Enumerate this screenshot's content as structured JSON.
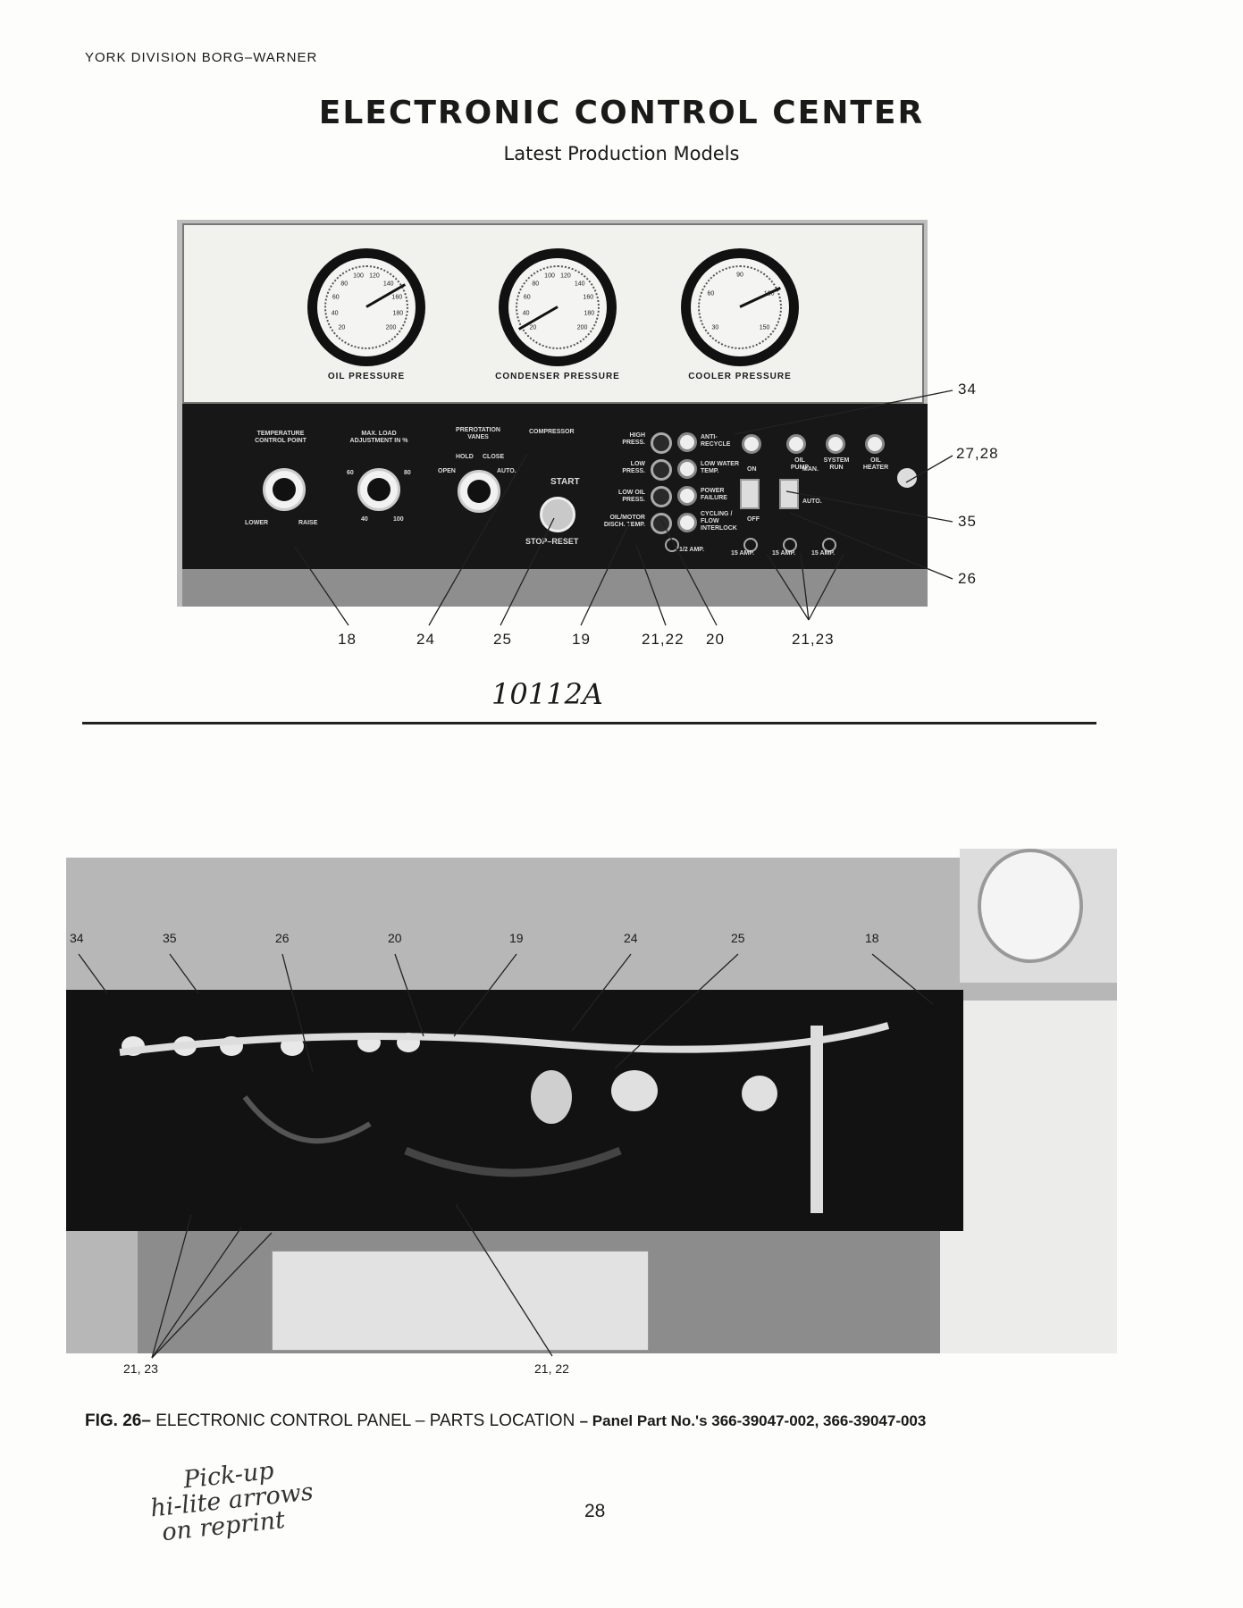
{
  "header": {
    "division": "YORK DIVISION  BORG–WARNER"
  },
  "title": "ELECTRONIC CONTROL CENTER",
  "subtitle": "Latest Production Models",
  "figure_top": {
    "gauges": [
      {
        "label": "OIL  PRESSURE",
        "ticks": [
          "20",
          "40",
          "60",
          "80",
          "100",
          "120",
          "140",
          "160",
          "180",
          "200"
        ]
      },
      {
        "label": "CONDENSER  PRESSURE",
        "ticks": [
          "20",
          "40",
          "60",
          "80",
          "100",
          "120",
          "140",
          "160",
          "180",
          "200"
        ]
      },
      {
        "label": "COOLER  PRESSURE",
        "ticks": [
          "30",
          "60",
          "90",
          "120",
          "150"
        ]
      }
    ],
    "panel_labels": {
      "temp": "TEMPERATURE CONTROL POINT",
      "lower": "LOWER",
      "raise": "RAISE",
      "maxload": "MAX. LOAD ADJUSTMENT IN %",
      "v60": "60",
      "v80": "80",
      "v40": "40",
      "v100": "100",
      "vanes": "PREROTATION VANES",
      "hold": "HOLD",
      "close": "CLOSE",
      "open": "OPEN",
      "auto": "AUTO.",
      "compressor": "COMPRESSOR",
      "start": "START",
      "stop": "STOP–RESET",
      "highpress": "HIGH PRESS.",
      "lowpress": "LOW PRESS.",
      "lowoil": "LOW OIL PRESS.",
      "oilmotor": "OIL/MOTOR DISCH. TEMP.",
      "antirecycle": "ANTI- RECYCLE",
      "lowwater": "LOW WATER TEMP.",
      "power": "POWER FAILURE",
      "cycling": "CYCLING / FLOW INTERLOCK",
      "oilpump": "OIL PUMP",
      "sysrun": "SYSTEM RUN",
      "oilheater": "OIL HEATER",
      "on": "ON",
      "off": "OFF",
      "man": "MAN.",
      "auto2": "AUTO.",
      "amp1": "1/2 AMP.",
      "amp2": "15 AMP.",
      "amp3": "15 AMP.",
      "amp4": "15 AMP."
    },
    "callouts_right": [
      "34",
      "27,28",
      "35",
      "26"
    ],
    "callouts_bottom": [
      "18",
      "24",
      "25",
      "19",
      "21,22",
      "20",
      "21,23"
    ],
    "handwritten_code": "10112A"
  },
  "figure_bottom": {
    "callouts_top": [
      "34",
      "35",
      "26",
      "20",
      "19",
      "24",
      "25",
      "18"
    ],
    "callouts_bottom": [
      "21, 23",
      "21, 22"
    ]
  },
  "caption": {
    "fig": "FIG. 26–",
    "text": " ELECTRONIC CONTROL PANEL – PARTS LOCATION ",
    "bold": "– Panel Part No.'s 366-39047-002, 366-39047-003"
  },
  "handwritten_note": [
    "Pick-up",
    "hi-lite arrows",
    "on reprint"
  ],
  "page_number": "28"
}
